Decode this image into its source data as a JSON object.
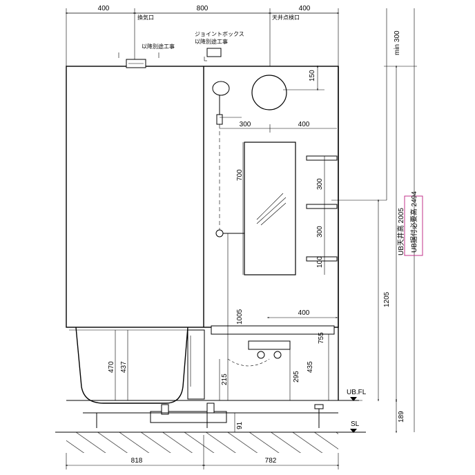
{
  "top_dims": {
    "left": "400",
    "center": "800",
    "right": "400"
  },
  "top_labels": {
    "exhaust": "換気口",
    "ceiling_hatch": "天井点検口"
  },
  "notes": {
    "separate_work_left": "以降別途工事",
    "junction_box": "ジョイントボックス",
    "separate_work_right": "以降別途工事"
  },
  "right_dims": {
    "min_clearance": "min 300",
    "ceiling_height": "UB天井高 2005",
    "required_height": "UB据付必要高 2494",
    "floor_to_mid": "1205",
    "slab_depth": "189"
  },
  "inner_dims": {
    "mirror_top": "150",
    "shower_offset": "300",
    "mirror_offset": "400",
    "mirror_height": "700",
    "shelf_gap_1": "300",
    "shelf_gap_2": "300",
    "shelf_gap_3": "100",
    "counter_height": "1005",
    "counter_width": "400",
    "counter_depth": "755",
    "tub_height": "470",
    "tub_inner": "437",
    "faucet_height": "435",
    "step_height": "295",
    "door_sill": "215",
    "drain_depth": "91"
  },
  "levels": {
    "ub_floor": "UB.FL",
    "slab": "SL"
  },
  "bottom_dims": {
    "left": "818",
    "right": "782"
  }
}
